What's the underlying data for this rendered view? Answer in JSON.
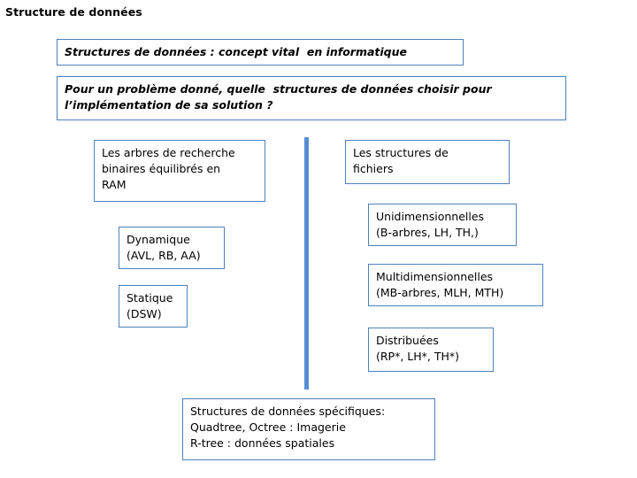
{
  "slide": {
    "title": "Structure de données",
    "boxes": {
      "top_banner": {
        "line1": "Structures de données : concept vital  en informatique"
      },
      "question": {
        "line1": "Pour un problème donné, quelle  structures de données choisir pour",
        "line2": "l’implémentation de sa solution ?"
      },
      "avl": {
        "line1": "Les arbres de recherche",
        "line2": "binaires équilibrés en",
        "line3": "RAM"
      },
      "dynamique": {
        "line1": "Dynamique",
        "line2": "(AVL, RB, AA)"
      },
      "statique": {
        "line1": "Statique",
        "line2": "(DSW)"
      },
      "fichiers": {
        "line1": "Les structures de",
        "line2": "fichiers"
      },
      "unidimensionnelles": {
        "line1": "Unidimensionnelles",
        "line2": "(B-arbres, LH, TH,)"
      },
      "multidimensionnelles": {
        "line1": "Multidimensionnelles",
        "line2": "(MB-arbres, MLH, MTH)"
      },
      "distribuees": {
        "line1": "Distribuées",
        "line2": "(RP*, LH*, TH*)"
      },
      "specifiques": {
        "line1": "Structures de données spécifiques:",
        "line2": "Quadtree, Octree : Imagerie",
        "line3": "R-tree : données spatiales"
      }
    },
    "colors": {
      "border": "#4f81bd",
      "divider": "#558ed5",
      "background": "#ffffff",
      "text": "#000000"
    }
  }
}
